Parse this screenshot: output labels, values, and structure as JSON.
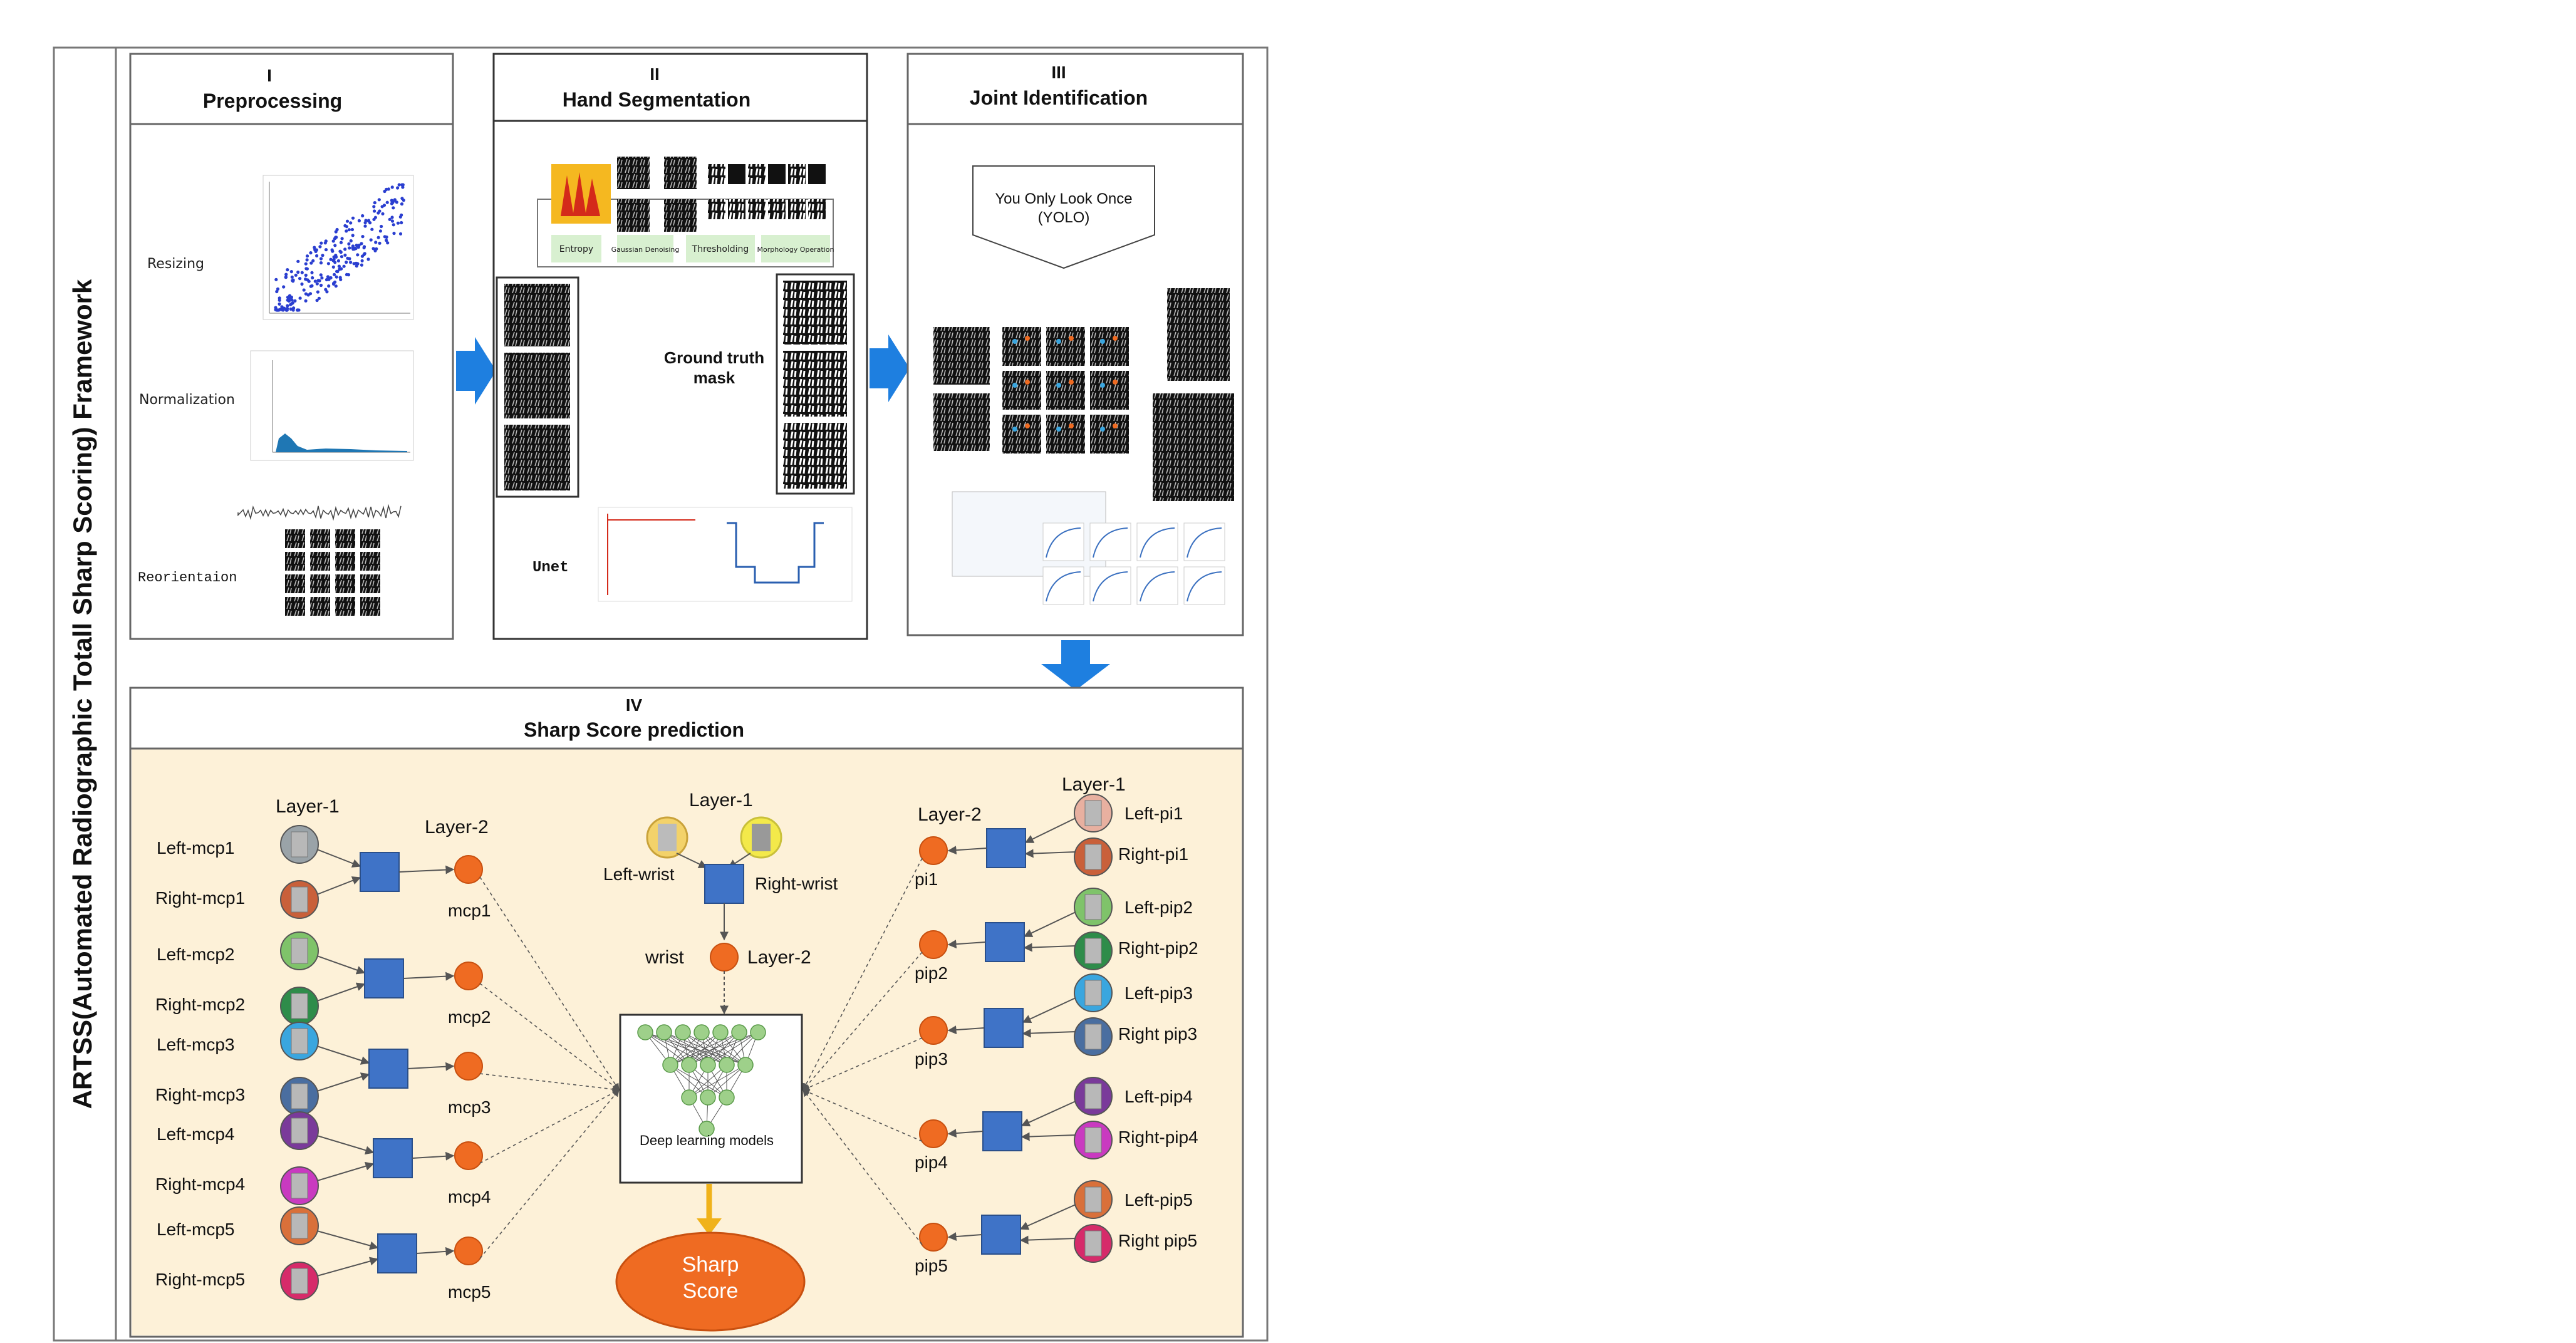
{
  "framework_title": "ARTSS(Automated Radiographic Totall Sharp Scoring) Framework",
  "panels": {
    "preprocessing": {
      "numeral": "I",
      "title": "Preprocessing",
      "steps": [
        "Resizing",
        "Normalization",
        "Reorientaion"
      ]
    },
    "segmentation": {
      "numeral": "II",
      "title": "Hand Segmentation",
      "pipeline": [
        "Entropy",
        "Gaussian Denoising",
        "Thresholding",
        "Morphology Operation"
      ],
      "ground_truth": "Ground truth mask",
      "model": "Unet"
    },
    "joint": {
      "numeral": "III",
      "title": "Joint Identification",
      "detector": "You Only Look Once (YOLO)"
    },
    "sharp": {
      "numeral": "IV",
      "title": "Sharp Score prediction"
    }
  },
  "score_diagram": {
    "layer1": "Layer-1",
    "layer2": "Layer-2",
    "model_label": "Deep learning models",
    "output": "Sharp Score",
    "wrist": {
      "left": "Left-wrist",
      "right": "Right-wrist",
      "node": "wrist"
    },
    "mcp": [
      {
        "left": "Left-mcp1",
        "right": "Right-mcp1",
        "node": "mcp1",
        "c1": "#9aa3a8",
        "c2": "#c9603a"
      },
      {
        "left": "Left-mcp2",
        "right": "Right-mcp2",
        "node": "mcp2",
        "c1": "#7fc36a",
        "c2": "#2e8c4a"
      },
      {
        "left": "Left-mcp3",
        "right": "Right-mcp3",
        "node": "mcp3",
        "c1": "#3aa6df",
        "c2": "#4a6ea0"
      },
      {
        "left": "Left-mcp4",
        "right": "Right-mcp4",
        "node": "mcp4",
        "c1": "#7a3a9a",
        "c2": "#c93ac0"
      },
      {
        "left": "Left-mcp5",
        "right": "Right-mcp5",
        "node": "mcp5",
        "c1": "#d9703a",
        "c2": "#d62b6a"
      }
    ],
    "pip": [
      {
        "left": "Left-pi1",
        "right": "Right-pi1",
        "node": "pi1",
        "c1": "#e8b0a0",
        "c2": "#c9603a"
      },
      {
        "left": "Left-pip2",
        "right": "Right-pip2",
        "node": "pip2",
        "c1": "#7fc36a",
        "c2": "#2e8c4a"
      },
      {
        "left": "Left-pip3",
        "right": "Right pip3",
        "node": "pip3",
        "c1": "#3aa6df",
        "c2": "#4a6ea0"
      },
      {
        "left": "Left-pip4",
        "right": "Right-pip4",
        "node": "pip4",
        "c1": "#7a3a9a",
        "c2": "#c93ac0"
      },
      {
        "left": "Left-pip5",
        "right": "Right pip5",
        "node": "pip5",
        "c1": "#d9703a",
        "c2": "#d62b6a"
      }
    ]
  },
  "colors": {
    "arrow": "#1e7fe0",
    "node": "#ef6b22",
    "square": "#3f73c7",
    "panel_bg": "#fdf1d8",
    "output_arrow": "#f0b21a"
  }
}
